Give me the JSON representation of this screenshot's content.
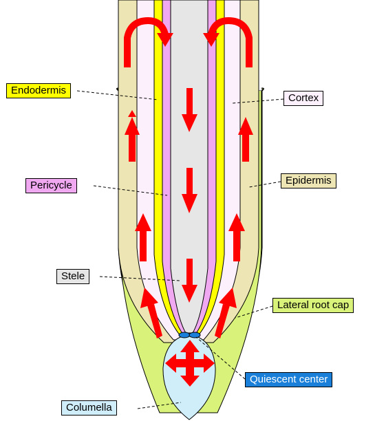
{
  "labels": {
    "endodermis": {
      "text": "Endodermis",
      "color": "#ffff00"
    },
    "cortex": {
      "text": "Cortex",
      "color": "#fdf0fd"
    },
    "pericycle": {
      "text": "Pericycle",
      "color": "#f0a8f0"
    },
    "epidermis": {
      "text": "Epidermis",
      "color": "#ede5b4"
    },
    "stele": {
      "text": "Stele",
      "color": "#e6e6e6"
    },
    "lateral_root_cap": {
      "text": "Lateral root cap",
      "color": "#d8f27a"
    },
    "quiescent_center": {
      "text": "Quiescent center",
      "color": "#1a7fd8"
    },
    "columella": {
      "text": "Columella",
      "color": "#cfeefa"
    }
  },
  "tissue_colors": {
    "epidermis": "#ede5b4",
    "cortex": "#fdf0fd",
    "endodermis": "#ffff00",
    "pericycle": "#f0a8f0",
    "stele": "#e6e6e6",
    "lateral_root_cap": "#d8f27a",
    "columella": "#cfeefa",
    "quiescent_center": "#1a7fd8",
    "arrow": "#ff0000"
  }
}
